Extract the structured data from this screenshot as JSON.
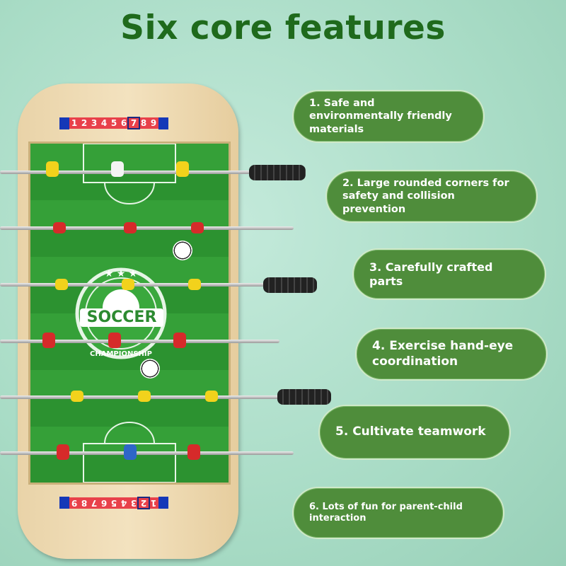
{
  "title": "Six core features",
  "features": [
    "1. Safe and environmentally friendly materials",
    "2. Large rounded corners for safety and collision prevention",
    "3. Carefully crafted parts",
    "4. Exercise hand-eye coordination",
    "5. Cultivate teamwork",
    "6. Lots of fun for parent-child interaction"
  ],
  "scoreboard_top": {
    "digits": [
      "1",
      "2",
      "3",
      "4",
      "5",
      "6",
      "7",
      "8",
      "9"
    ],
    "selected": "7"
  },
  "scoreboard_bottom": {
    "digits": [
      "1",
      "2",
      "3",
      "4",
      "5",
      "6",
      "7",
      "8",
      "9"
    ],
    "selected": "2"
  },
  "logo": {
    "top": "SOCCER",
    "bottom": "CHAMPIONSHIP"
  },
  "colors": {
    "title": "#1f6a1c",
    "pill": "#4f8d3b",
    "field": "#35a038"
  }
}
